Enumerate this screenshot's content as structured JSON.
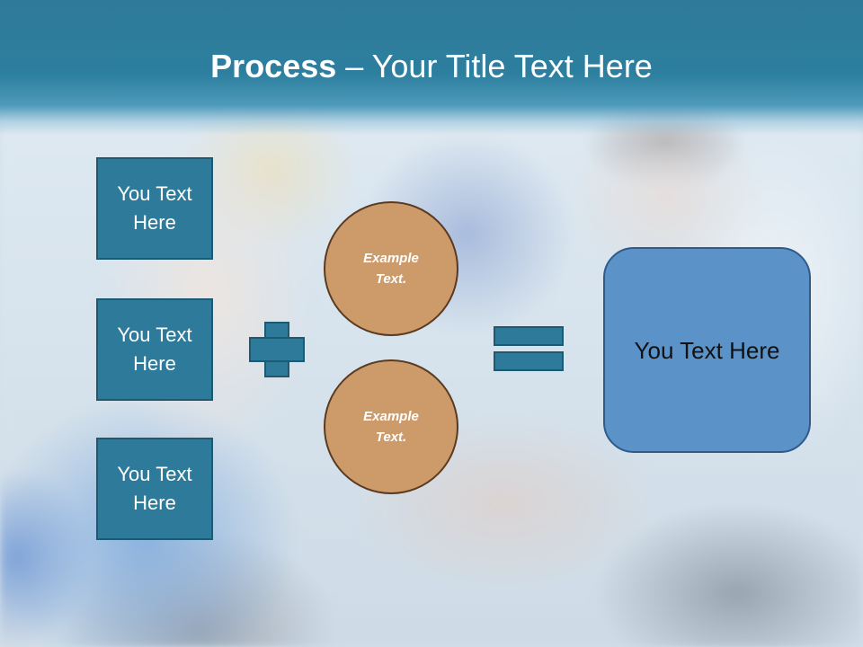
{
  "title": {
    "bold": "Process",
    "rest": " – Your Title Text Here"
  },
  "left_boxes": [
    {
      "text": "You Text Here"
    },
    {
      "text": "You Text Here"
    },
    {
      "text": "You Text Here"
    }
  ],
  "circles": [
    {
      "text": "Example Text."
    },
    {
      "text": "Example Text."
    }
  ],
  "result": {
    "text": "You Text Here"
  },
  "colors": {
    "title_band": "#2f7a9a",
    "box_fill": "#2e7a9a",
    "circle_fill": "#cd9a6a",
    "result_fill": "#5b93c9"
  }
}
